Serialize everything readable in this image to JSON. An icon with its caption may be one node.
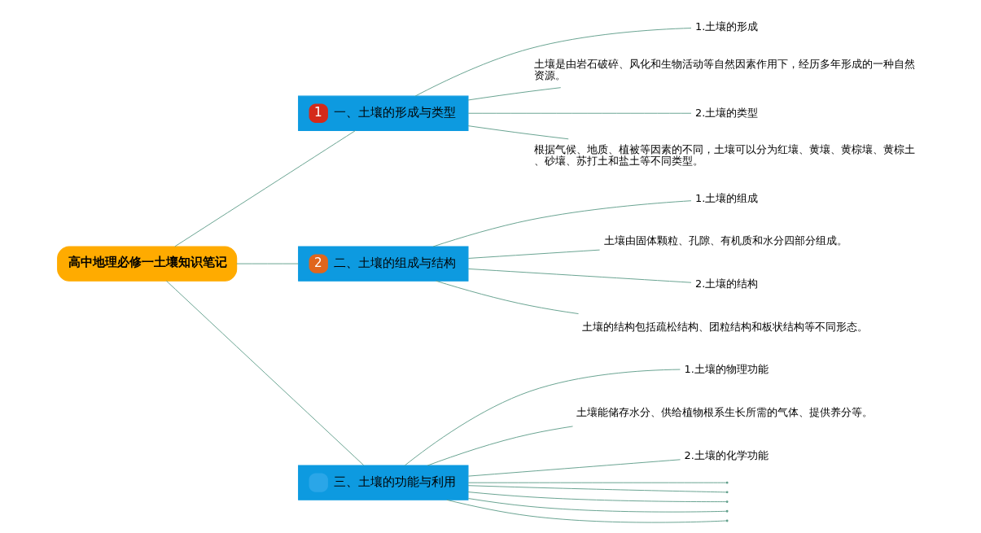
{
  "diagram": {
    "nodes": [
      {
        "text": [
          "高中地理必修一土壤知识笔记"
        ]
      },
      {
        "text": [
          "1",
          "一、土壤的形成与类型"
        ]
      },
      {
        "text": [
          "1.土壤的形成"
        ]
      },
      {
        "text": [
          "土壤是由岩石破碎、风化和生物活动等自然因素作用下，经历多年形成的一种自然资源。"
        ]
      },
      {
        "text": [
          "2.土壤的类型"
        ]
      },
      {
        "text": [
          "根据气候、地质、植被等因素的不同，土壤可以分为红壤、黄壤、黄棕壤、黄棕土、砂壤、苏打土和盐土等不同类型。"
        ]
      },
      {
        "text": [
          "2",
          "二、土壤的组成与结构"
        ]
      },
      {
        "text": [
          "1.土壤的组成"
        ]
      },
      {
        "text": [
          "土壤由固体颗粒、孔隙、有机质和水分四部分组成。"
        ]
      },
      {
        "text": [
          "2.土壤的结构"
        ]
      },
      {
        "text": [
          "土壤的结构包括疏松结构、团粒结构和板状结构等不同形态。"
        ]
      },
      {
        "text": [
          "三、土壤的功能与利用"
        ]
      },
      {
        "text": [
          "1.土壤的物理功能"
        ]
      },
      {
        "text": [
          "土壤能储存水分、供给植物根系生长所需的气体、提供养分等。"
        ]
      },
      {
        "text": [
          "2.土壤的化学功能"
        ]
      },
      {
        "text": [],
        "shape": "point"
      },
      {
        "text": [],
        "shape": "point"
      },
      {
        "text": [],
        "shape": "point"
      },
      {
        "text": [],
        "shape": "point"
      },
      {
        "text": [],
        "shape": "point"
      }
    ],
    "edges": [
      {
        "from": 0,
        "to": 1,
        "arrow": "none"
      },
      {
        "from": 1,
        "to": 2,
        "arrow": "none"
      },
      {
        "from": 1,
        "to": 3,
        "arrow": "none"
      },
      {
        "from": 1,
        "to": 4,
        "arrow": "none"
      },
      {
        "from": 1,
        "to": 5,
        "arrow": "none"
      },
      {
        "from": 0,
        "to": 6,
        "arrow": "none"
      },
      {
        "from": 6,
        "to": 7,
        "arrow": "none"
      },
      {
        "from": 6,
        "to": 8,
        "arrow": "none"
      },
      {
        "from": 6,
        "to": 9,
        "arrow": "none"
      },
      {
        "from": 6,
        "to": 10,
        "arrow": "none"
      },
      {
        "from": 0,
        "to": 11,
        "arrow": "none"
      },
      {
        "from": 11,
        "to": 12,
        "arrow": "none"
      },
      {
        "from": 11,
        "to": 13,
        "arrow": "none"
      },
      {
        "from": 11,
        "to": 14,
        "arrow": "none"
      },
      {
        "from": 11,
        "to": 15,
        "arrow": "none"
      },
      {
        "from": 11,
        "to": 16,
        "arrow": "none"
      },
      {
        "from": 11,
        "to": 17,
        "arrow": "none"
      },
      {
        "from": 11,
        "to": 18,
        "arrow": "none"
      },
      {
        "from": 11,
        "to": 19,
        "arrow": "none"
      }
    ]
  }
}
